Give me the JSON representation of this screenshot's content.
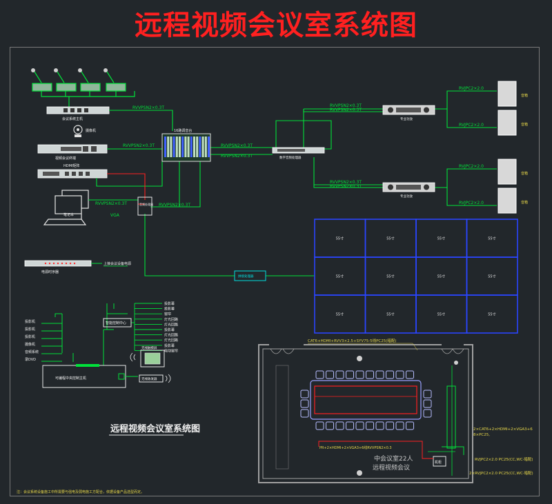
{
  "title": "远程视频会议室系统图",
  "subtitle": "远程视频会议室系统图",
  "cables": {
    "top_left": "RVVPSN2×0.3T",
    "camera_link": "RVVPSN2×0.3T",
    "laptop_link": "RVVPSN2×0.3T",
    "vga": "VGA",
    "processor_link": "RVVPSN2×0.3T",
    "mixer_out_1": "RVVPSN2×0.3T",
    "mixer_out_2": "RVVPSN2×0.3T",
    "amp_in_top_1": "RVVPSN2×0.3T",
    "amp_in_top_2": "RVVPSN2×0.3T",
    "amp_in_bottom_1": "RVVPSN2×0.3T",
    "amp_in_bottom_2": "RVVPSN2×0.3T",
    "speaker_1": "RVJPC2×2.0",
    "speaker_2": "RVJPC2×2.0",
    "speaker_3": "RVJPC2×2.0",
    "speaker_4": "RVJPC2×2.0"
  },
  "devices": {
    "conference_host": "会议系统主机",
    "camera": "摄像机",
    "video_terminal": "视频会议终端",
    "hdmi_matrix": "HDMI矩阵",
    "laptop": "笔记本",
    "mixer": "16路调音台",
    "processor": "音频处理器",
    "feedback_suppressor": "数字音频处理器",
    "amp_top": "专业功放",
    "amp_bottom": "专业功放",
    "power_sequencer": "电源时序器",
    "splicing_processor": "拼接处理器",
    "power_note": "上接会议设备电源"
  },
  "speakers": [
    "音箱",
    "音箱",
    "音箱",
    "音箱"
  ],
  "video_wall": {
    "cells": [
      "55寸",
      "55寸",
      "55寸",
      "55寸",
      "55寸",
      "55寸",
      "55寸",
      "55寸",
      "55寸",
      "55寸",
      "55寸",
      "55寸"
    ]
  },
  "control_system": {
    "left_inputs": [
      "投影机",
      "投影机",
      "投影机",
      "摄像机",
      "音频系统",
      "录DVD"
    ],
    "hub": "智能控制中心",
    "right_outputs": [
      "投影幕",
      "投影幕",
      "窗帘",
      "灯光回路",
      "灯光回路",
      "投影幕",
      "灯光回路",
      "灯光回路",
      "投影幕",
      "电动窗帘"
    ],
    "main_unit": "可编程中央控制主机",
    "touch_panel": "无线触摸屏",
    "wireless_receiver": "无线收发器"
  },
  "floorplan": {
    "cable_top": "CAT6+HDMI+RVV3×2.5+SYV75-5线PC25(暗配)",
    "cable_right_1": "2×CAT6+2×HDMI+2×VGA3+6",
    "cable_right_2": "8×PC25,",
    "cable_left_1": "PR+2×HDMI+2×VGA3+6线RVVPSN2×0.3",
    "cable_right_3": "RVJPC2×2.0 PC25(CC,WC·暗配)",
    "cable_right_4": "2×RVJPC2×2.0 PC25(CC,WC·暗配)",
    "room_name_1": "中会议室22人",
    "room_name_2": "远程视频会议",
    "equipment_cabinet": "机柜"
  },
  "footnote": "注：会议系统设备施工中所需要与强电及弱电施工方配合，依据设备产品选型而定。",
  "colors": {
    "background": "#22272b",
    "title": "#ff2020",
    "wire": "#00e23a",
    "device": "#00e0e0",
    "power": "#ff2020",
    "grid": "#2a45ff",
    "cable_text": "#e8d84a",
    "annotation": "#f0f0f0"
  }
}
